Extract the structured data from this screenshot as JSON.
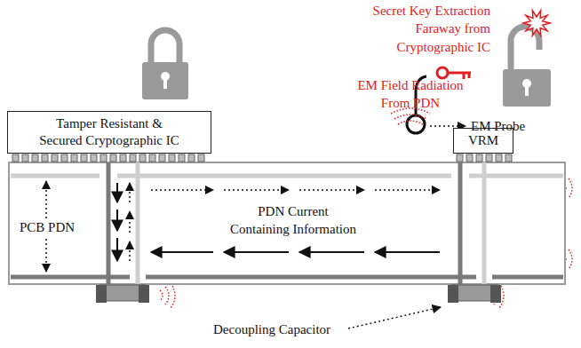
{
  "diagram": {
    "nodes": [
      {
        "text": [
          "Tamper Resistant & Secured Cryptographic IC"
        ]
      },
      {
        "text": [
          "VRM"
        ]
      }
    ],
    "labels": [
      "Secret Key Extraction Faraway from Cryptographic IC",
      "EM Probe",
      "EM Field Radiation From PDN",
      "PCB PDN",
      "PDN Current Containing Information",
      "Decoupling Capacitor"
    ]
  }
}
